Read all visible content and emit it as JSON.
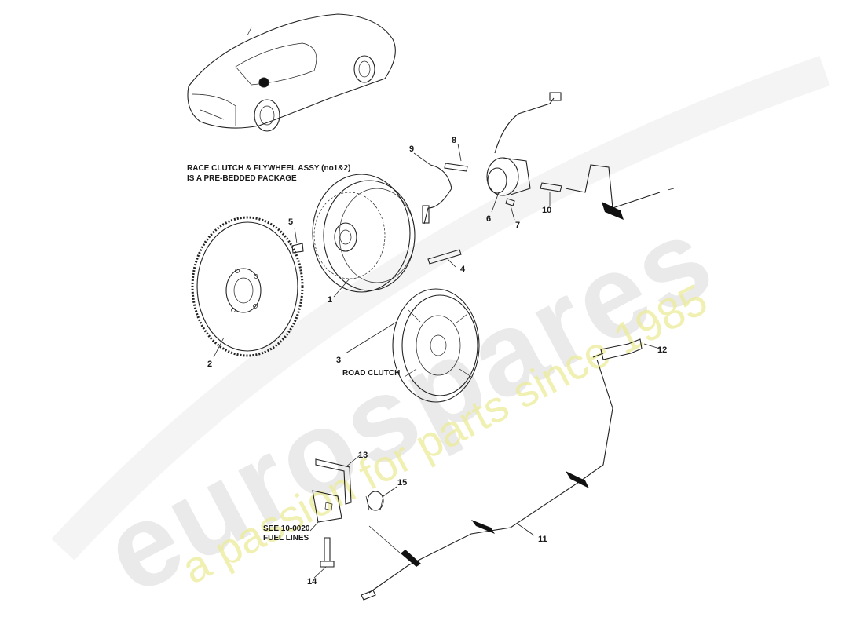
{
  "notes": {
    "race_line1": "RACE CLUTCH & FLYWHEEL ASSY (no1&2)",
    "race_line2": "IS A PRE-BEDDED PACKAGE",
    "road_clutch": "ROAD CLUTCH",
    "fuel_line1": "SEE 10-0020",
    "fuel_line2": "FUEL LINES"
  },
  "callouts": [
    "1",
    "2",
    "3",
    "4",
    "5",
    "6",
    "7",
    "8",
    "9",
    "10",
    "11",
    "12",
    "13",
    "14",
    "15"
  ],
  "watermark": {
    "brand": "eurospares",
    "tagline": "a passion for parts since 1985"
  },
  "colors": {
    "line": "#222222",
    "watermark_grey": "#d9d9d9",
    "watermark_yellow": "#ecec9a",
    "clip_black": "#111111"
  }
}
